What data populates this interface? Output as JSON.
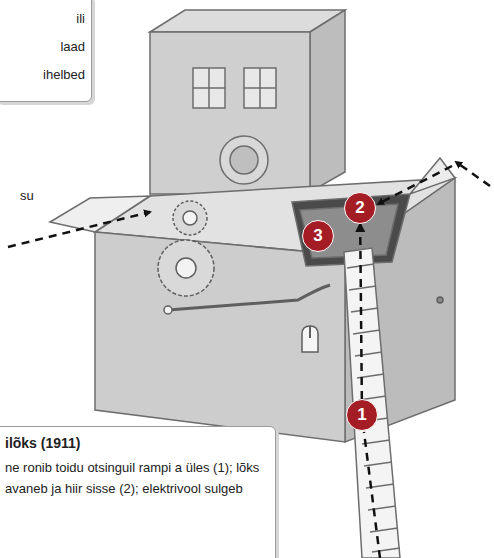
{
  "diagram": {
    "nodes": [
      {
        "text": [
          "ili laad ihelbed"
        ]
      },
      {
        "text": [
          "2"
        ]
      },
      {
        "text": [
          "3"
        ]
      },
      {
        "text": [
          "1"
        ]
      },
      {
        "text": [
          "ilõks (1911)",
          "ne ronib toidu otsinguil rampi a üles (1); lõks avaneb ja hiir sisse (2); elektrivool sulgeb"
        ]
      }
    ],
    "edges": [
      {
        "from": 3,
        "to": 1,
        "arrow": "to"
      }
    ],
    "labels": [
      "su"
    ]
  }
}
